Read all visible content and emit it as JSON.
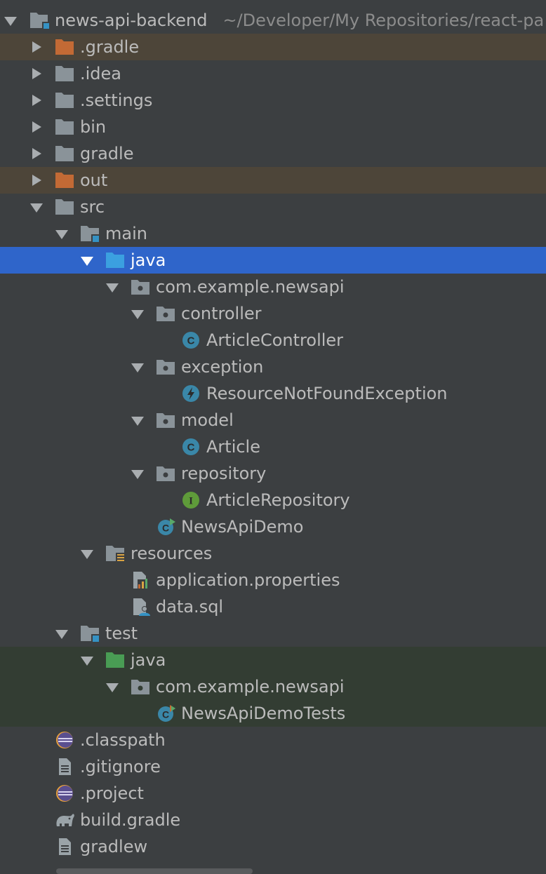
{
  "project": {
    "name": "news-api-backend",
    "path": "~/Developer/My Repositories/react-pa"
  },
  "tree": {
    "gradle_dir": ".gradle",
    "idea_dir": ".idea",
    "settings_dir": ".settings",
    "bin_dir": "bin",
    "gradle_wrapper_dir": "gradle",
    "out_dir": "out",
    "src_dir": "src",
    "main_dir": "main",
    "main_java": "java",
    "main_package": "com.example.newsapi",
    "controller_pkg": "controller",
    "article_controller": "ArticleController",
    "exception_pkg": "exception",
    "resource_not_found": "ResourceNotFoundException",
    "model_pkg": "model",
    "article": "Article",
    "repository_pkg": "repository",
    "article_repository": "ArticleRepository",
    "news_api_demo": "NewsApiDemo",
    "resources_dir": "resources",
    "app_properties": "application.properties",
    "data_sql": "data.sql",
    "test_dir": "test",
    "test_java": "java",
    "test_package": "com.example.newsapi",
    "news_api_demo_tests": "NewsApiDemoTests",
    "classpath_file": ".classpath",
    "gitignore_file": ".gitignore",
    "project_file": ".project",
    "build_gradle_file": "build.gradle",
    "gradlew_file": "gradlew"
  },
  "colors": {
    "background": "#3c3f41",
    "selection": "#2f65ca",
    "excluded": "#4d4539",
    "test_zone": "#333d33",
    "folder": "#8a9399",
    "excluded_folder": "#c36a35",
    "source_folder": "#3592c4",
    "test_folder": "#499c54",
    "class_icon": "#3a87a8",
    "interface_icon": "#5f9b3a"
  }
}
